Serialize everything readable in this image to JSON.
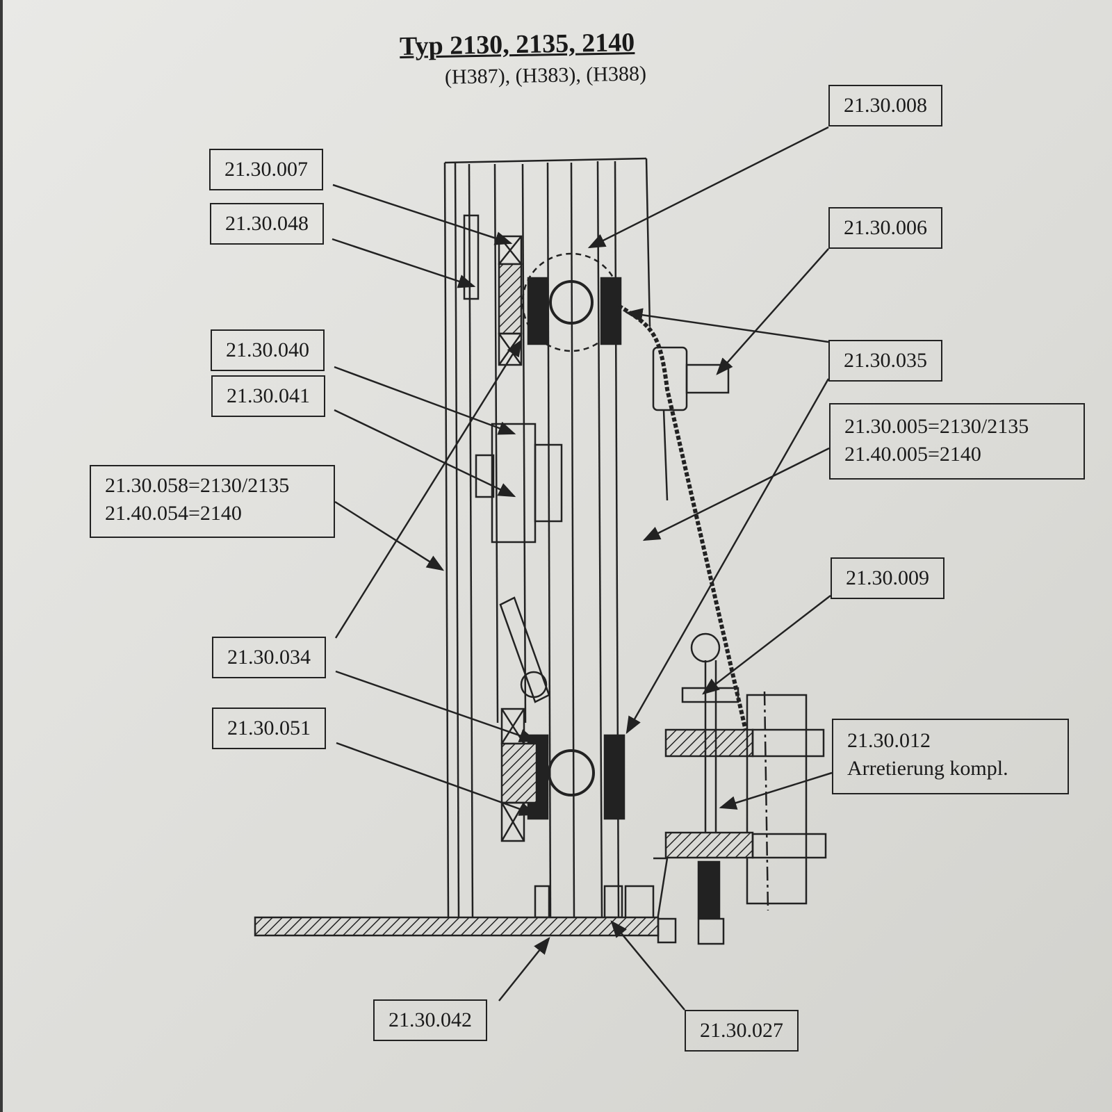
{
  "title": "Typ 2130,  2135,  2140",
  "subtitle": "(H387), (H383), (H388)",
  "labels": {
    "p008": "21.30.008",
    "p007": "21.30.007",
    "p048": "21.30.048",
    "p006": "21.30.006",
    "p040": "21.30.040",
    "p041": "21.30.041",
    "p035": "21.30.035",
    "p005_a": "21.30.005=2130/2135",
    "p005_b": "21.40.005=2140",
    "p058_a": "21.30.058=2130/2135",
    "p058_b": "21.40.054=2140",
    "p009": "21.30.009",
    "p034": "21.30.034",
    "p051": "21.30.051",
    "p012_a": "21.30.012",
    "p012_b": "Arretierung kompl.",
    "p042": "21.30.042",
    "p027": "21.30.027"
  }
}
